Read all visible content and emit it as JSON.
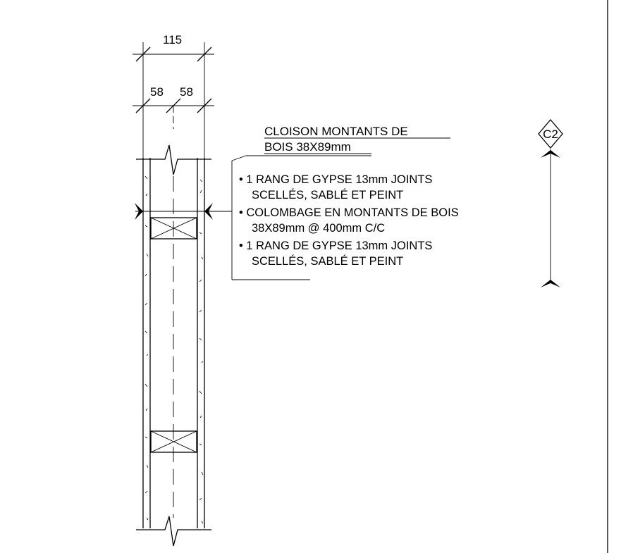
{
  "dimensions": {
    "overall": "115",
    "left_half": "58",
    "right_half": "58"
  },
  "title": {
    "line1": "CLOISON MONTANTS DE ",
    "line2": "BOIS 38X89mm"
  },
  "notes": [
    {
      "line1": "• 1 RANG DE GYPSE 13mm JOINTS",
      "line2": "SCELLÉS, SABLÉ ET PEINT"
    },
    {
      "line1": "• COLOMBAGE EN MONTANTS DE BOIS",
      "line2": "38X89mm @ 400mm C/C"
    },
    {
      "line1": "• 1 RANG DE GYPSE 13mm JOINTS",
      "line2": "SCELLÉS, SABLÉ ET PEINT"
    }
  ],
  "section_marker": {
    "label": "C2"
  }
}
